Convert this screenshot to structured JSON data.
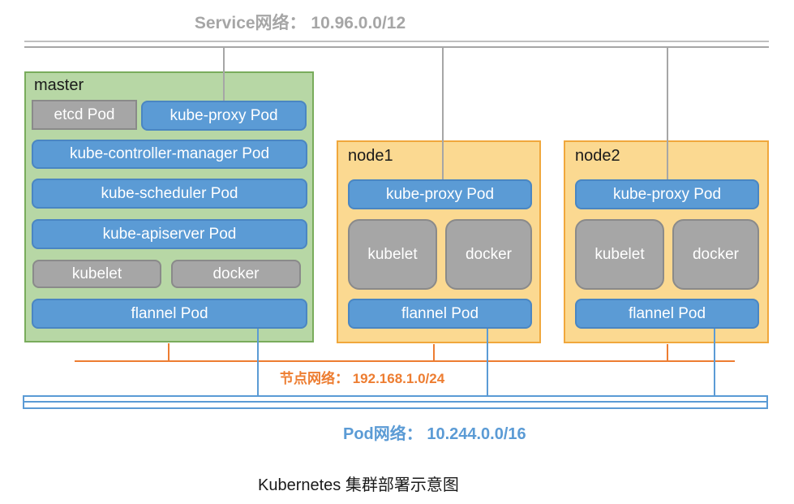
{
  "diagram": {
    "service_network_label": "Service网络： 10.96.0.0/12",
    "node_network_label": "节点网络： 192.168.1.0/24",
    "pod_network_label": "Pod网络： 10.244.0.0/16",
    "caption": "Kubernetes 集群部署示意图"
  },
  "master": {
    "title": "master",
    "etcd": "etcd Pod",
    "kube_proxy": "kube-proxy Pod",
    "controller_manager": "kube-controller-manager Pod",
    "scheduler": "kube-scheduler Pod",
    "apiserver": "kube-apiserver Pod",
    "kubelet": "kubelet",
    "docker": "docker",
    "flannel": "flannel Pod"
  },
  "nodes": [
    {
      "title": "node1",
      "kube_proxy": "kube-proxy Pod",
      "kubelet": "kubelet",
      "docker": "docker",
      "flannel": "flannel Pod"
    },
    {
      "title": "node2",
      "kube_proxy": "kube-proxy Pod",
      "kubelet": "kubelet",
      "docker": "docker",
      "flannel": "flannel Pod"
    }
  ],
  "colors": {
    "green_fill": "#B7D7A5",
    "green_border": "#79AC5C",
    "yellow_fill": "#FBD991",
    "yellow_border": "#F0A73C",
    "blue_fill": "#5B9BD5",
    "blue_border": "#4A86C2",
    "gray_fill": "#A6A6A6",
    "gray_border": "#8A8A8A",
    "gray_line": "#A6A6A6",
    "gray_line_light": "#BFBFBF",
    "orange": "#ED7D31",
    "blue_line": "#5B9BD5",
    "title_gray": "#A6A6A6",
    "text_black": "#1a1a1a"
  }
}
